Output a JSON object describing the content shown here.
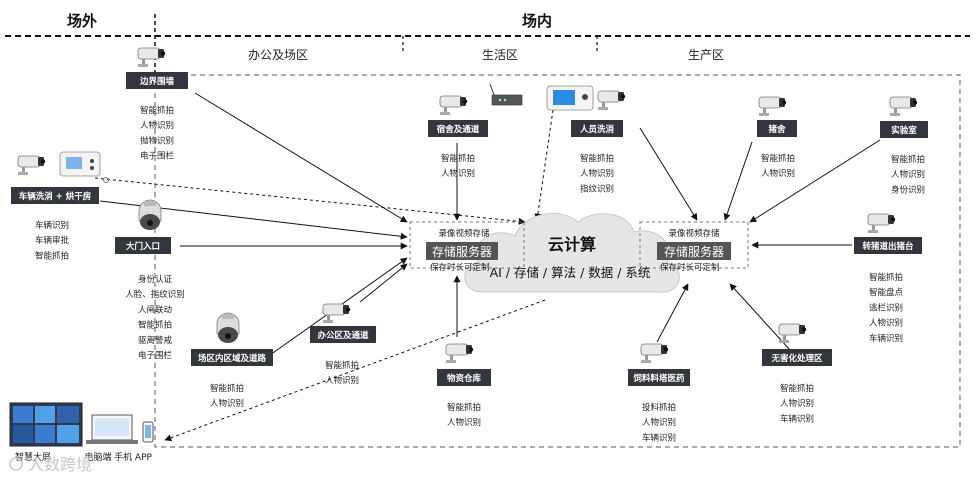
{
  "zones": {
    "outside": "场外",
    "inside": "场内",
    "office": "办公及场区",
    "living": "生活区",
    "production": "生产区"
  },
  "cloud": {
    "title": "云计算",
    "services": "AI / 存储 / 算法 / 数据 / 系统"
  },
  "storage_left": {
    "top": "录像视频存储",
    "main": "存储服务器",
    "bottom": "保存时长可定制"
  },
  "storage_right": {
    "top": "录像视频存储",
    "main": "存储服务器",
    "bottom": "保存时长可定制"
  },
  "nodes": [
    {
      "label": "边界围墙",
      "features": [
        "智能抓拍",
        "人物识别",
        "抛物识别",
        "电子围栏"
      ]
    },
    {
      "label": "车辆洗消 + 烘干房",
      "features": [
        "车辆识别",
        "车辆审批",
        "智能抓拍"
      ]
    },
    {
      "label": "大门入口",
      "features": [
        "身份认证",
        "人脸、指纹识别",
        "人闸联动",
        "智能抓拍",
        "驱离警戒",
        "电子围栏"
      ]
    },
    {
      "label": "场区内区域及道路",
      "features": [
        "智能抓拍",
        "人物识别"
      ]
    },
    {
      "label": "办公区及通道",
      "features": [
        "智能抓拍",
        "人物识别"
      ]
    },
    {
      "label": "宿舍及通道",
      "features": [
        "智能抓拍",
        "人物识别"
      ]
    },
    {
      "label": "人员洗消",
      "features": [
        "智能抓拍",
        "人物识别",
        "指纹识别"
      ]
    },
    {
      "label": "猪舍",
      "features": [
        "智能抓拍",
        "人物识别"
      ]
    },
    {
      "label": "实验室",
      "features": [
        "智能抓拍",
        "人物识别",
        "身份识别"
      ]
    },
    {
      "label": "转猪道出猪台",
      "features": [
        "智能抓拍",
        "智能盘点",
        "逃栏识别",
        "人物识别",
        "车辆识别"
      ]
    },
    {
      "label": "无害化处理区",
      "features": [
        "智能抓拍",
        "人物识别",
        "车辆识别"
      ]
    },
    {
      "label": "饲料料塔医药",
      "features": [
        "投料抓拍",
        "人物识别",
        "车辆识别"
      ]
    },
    {
      "label": "物资仓库",
      "features": [
        "智能抓拍",
        "人物识别"
      ]
    }
  ],
  "terminals": {
    "screen": "智慧大屏",
    "pc": "电脑端",
    "mobile": "手机 APP"
  },
  "watermark": "人数跨境",
  "colors": {
    "label_bg": "#33363d",
    "line": "#111111",
    "dashed_border": "#777777",
    "cloud_fill": "#e6e6e6",
    "storage_bg": "#555555"
  }
}
